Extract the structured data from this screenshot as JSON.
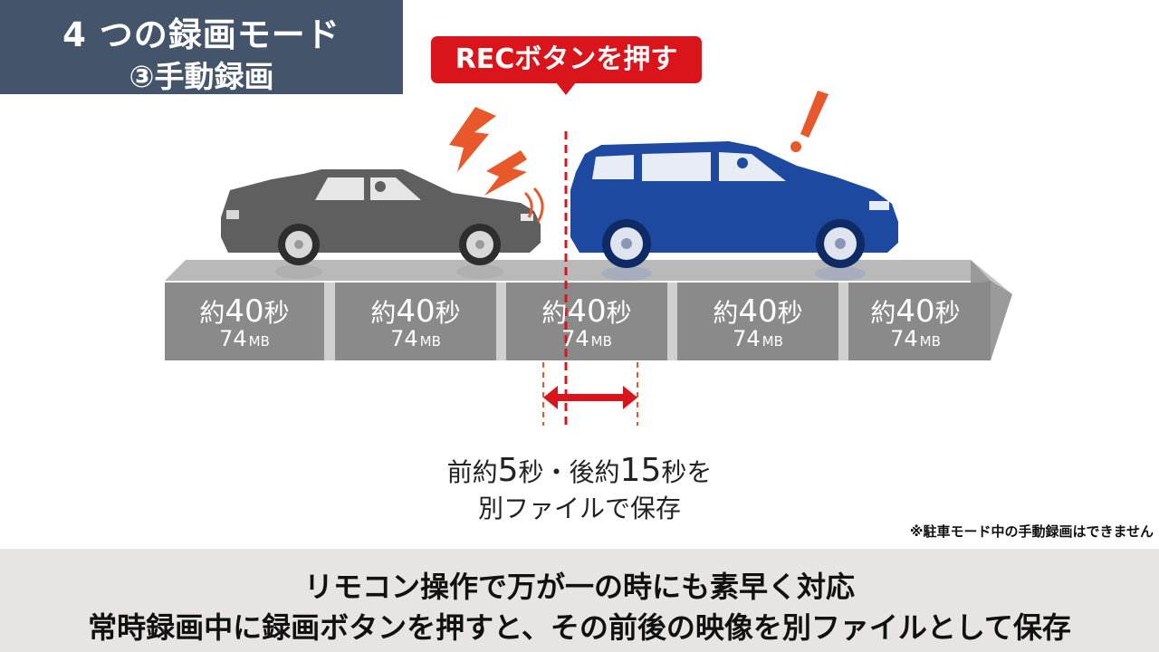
{
  "title": {
    "line1": "4 つの録画モード",
    "line2": "③手動録画"
  },
  "rec_callout": "RECボタンを押す",
  "segments": [
    {
      "prefix": "約",
      "number": "40",
      "suffix": "秒",
      "size": "74",
      "unit": "MB"
    },
    {
      "prefix": "約",
      "number": "40",
      "suffix": "秒",
      "size": "74",
      "unit": "MB"
    },
    {
      "prefix": "約",
      "number": "40",
      "suffix": "秒",
      "size": "74",
      "unit": "MB"
    },
    {
      "prefix": "約",
      "number": "40",
      "suffix": "秒",
      "size": "74",
      "unit": "MB"
    },
    {
      "prefix": "約",
      "number": "40",
      "suffix": "秒",
      "size": "74",
      "unit": "MB"
    }
  ],
  "caption": {
    "line1": {
      "a": "前約",
      "b": "5",
      "c": "秒・後約",
      "d": "15",
      "e": "秒を"
    },
    "line2": "別ファイルで保存"
  },
  "note": "※駐車モード中の手動録画はできません",
  "footer": {
    "line1": "リモコン操作で万が一の時にも素早く対応",
    "line2": "常時録画中に録画ボタンを押すと、その前後の映像を別ファイルとして保存"
  },
  "colors": {
    "title_bg": "#44546a",
    "accent_red": "#d9141b",
    "car_gray": "#5f5f5f",
    "car_blue": "#1e49a0",
    "footer_bg": "#e8e4e3"
  }
}
